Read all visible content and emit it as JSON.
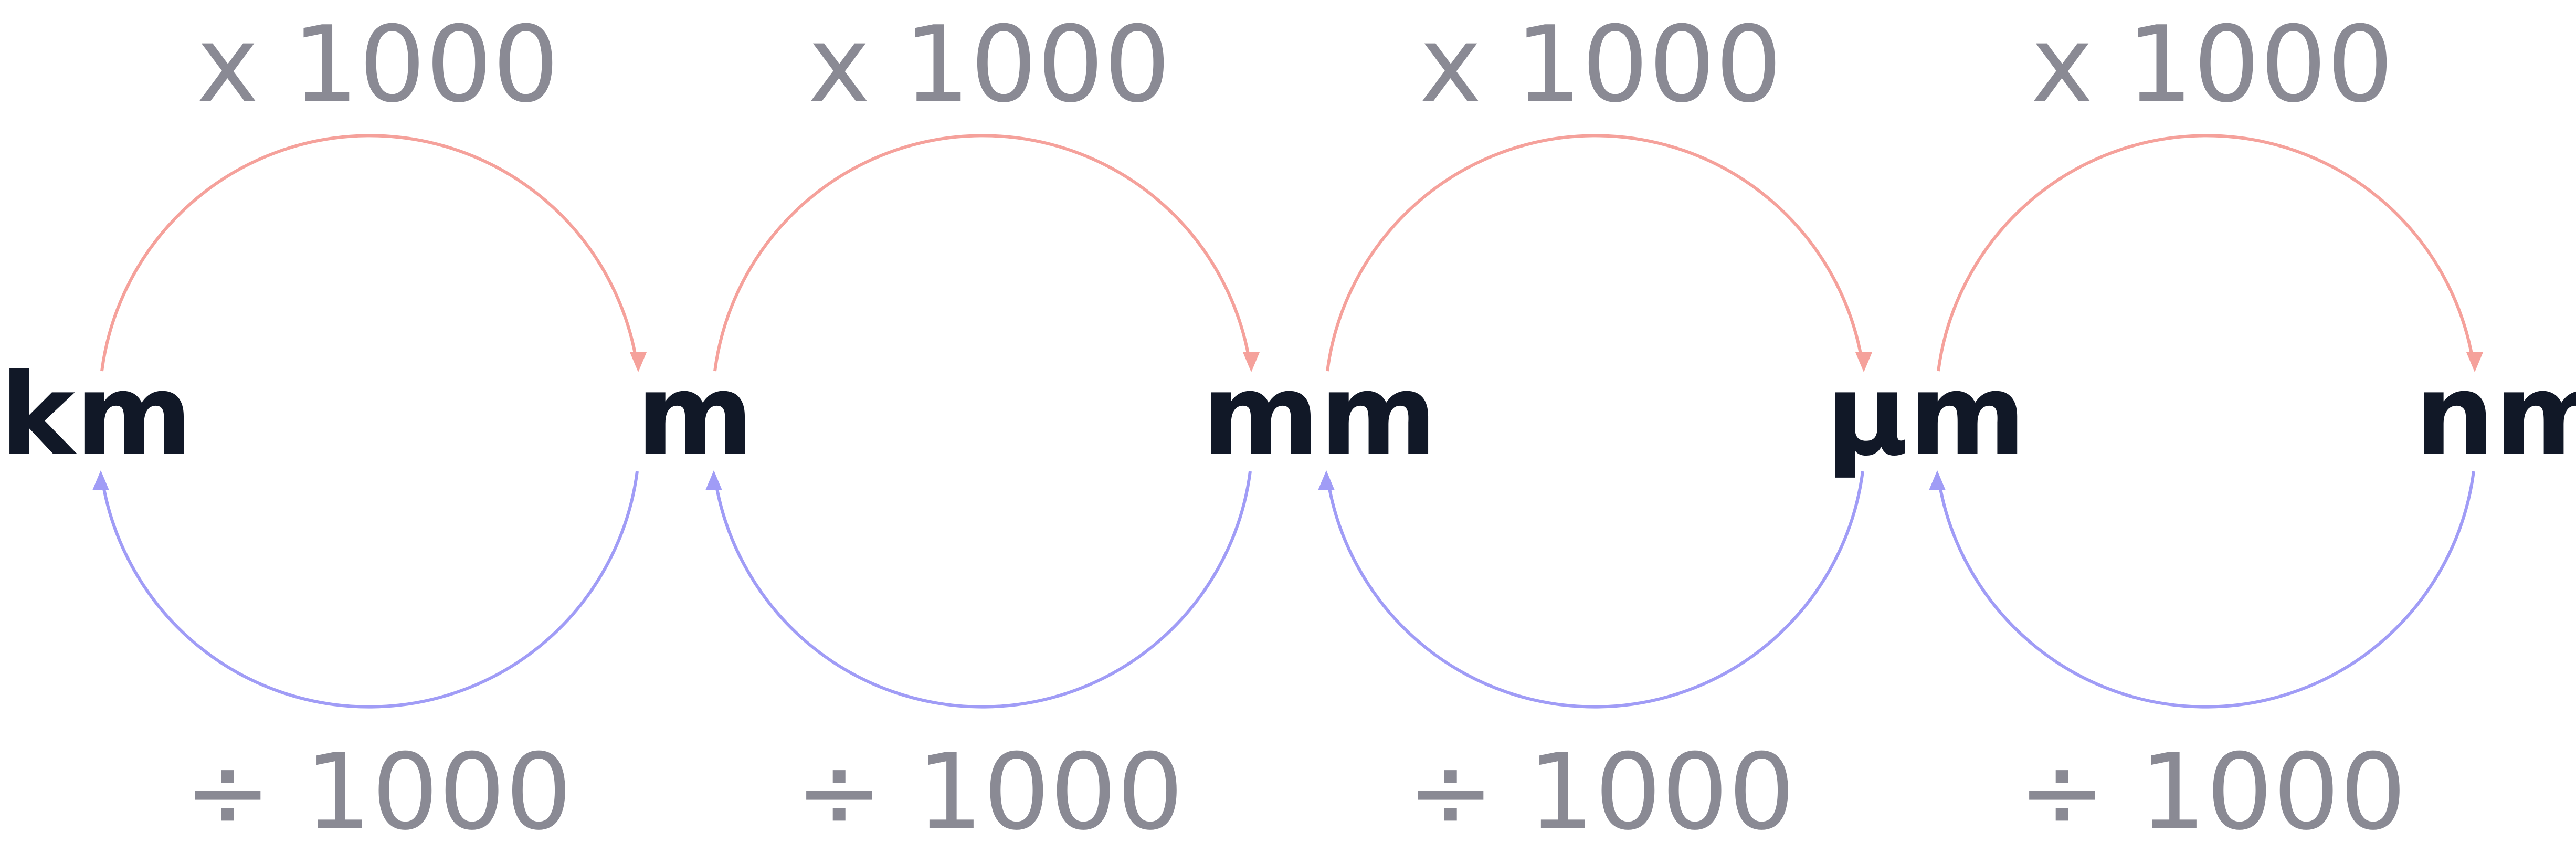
{
  "units": [
    "km",
    "m",
    "mm",
    "µm",
    "nm"
  ],
  "multiply_labels": [
    "x 1000",
    "x 1000",
    "x 1000",
    "x 1000"
  ],
  "divide_labels": [
    "÷ 1000",
    "÷ 1000",
    "÷ 1000",
    "÷ 1000"
  ],
  "colors": {
    "unit_text": "#111827",
    "operation_text": "#8a8a94",
    "multiply_arrow": "#f5a19b",
    "divide_arrow": "#a09cf6"
  }
}
